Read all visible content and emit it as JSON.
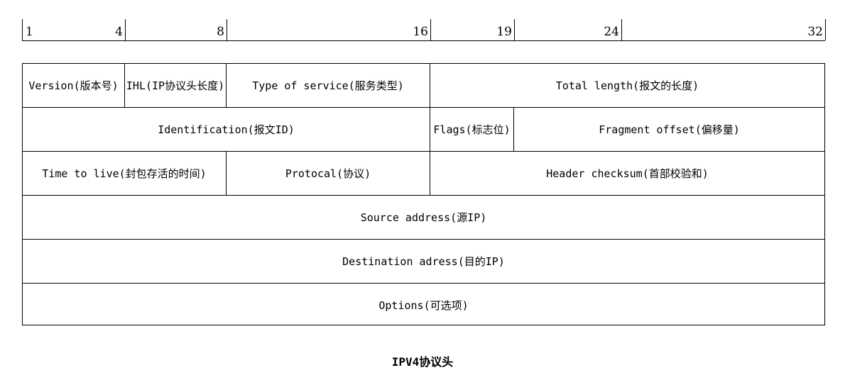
{
  "ruler": {
    "ticks": [
      "1",
      "4",
      "8",
      "16",
      "19",
      "24",
      "32"
    ]
  },
  "rows": [
    {
      "cells": [
        {
          "label": "Version(版本号)"
        },
        {
          "label": "IHL(IP协议头长度)"
        },
        {
          "label": "Type of service(服务类型)"
        },
        {
          "label": "Total length(报文的长度)"
        }
      ]
    },
    {
      "cells": [
        {
          "label": "Identification(报文ID)"
        },
        {
          "label": "Flags(标志位)"
        },
        {
          "label": "Fragment offset(偏移量)"
        }
      ]
    },
    {
      "cells": [
        {
          "label": "Time to live(封包存活的时间)"
        },
        {
          "label": "Protocal(协议)"
        },
        {
          "label": "Header checksum(首部校验和)"
        }
      ]
    },
    {
      "cells": [
        {
          "label": "Source address(源IP)"
        }
      ]
    },
    {
      "cells": [
        {
          "label": "Destination adress(目的IP)"
        }
      ]
    },
    {
      "cells": [
        {
          "label": "Options(可选项)"
        }
      ]
    }
  ],
  "caption": "IPV4协议头"
}
